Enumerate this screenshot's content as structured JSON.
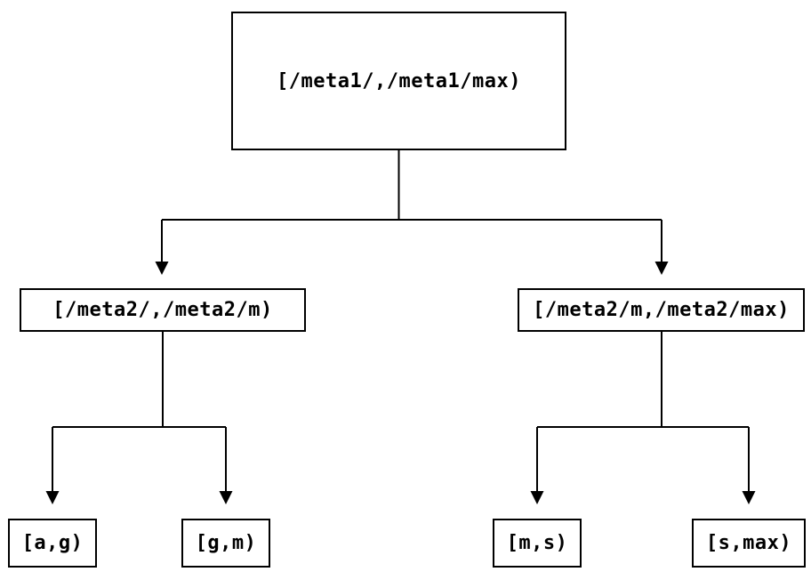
{
  "diagram": {
    "type": "tree",
    "nodes": {
      "root": {
        "label": "[/meta1/,/meta1/max)"
      },
      "meta2_low": {
        "label": "[/meta2/,/meta2/m)"
      },
      "meta2_high": {
        "label": "[/meta2/m,/meta2/max)"
      },
      "leaf_a_g": {
        "label": "[a,g)"
      },
      "leaf_g_m": {
        "label": "[g,m)"
      },
      "leaf_m_s": {
        "label": "[m,s)"
      },
      "leaf_s_max": {
        "label": "[s,max)"
      }
    },
    "edges": [
      {
        "from": "root",
        "to": "meta2_low"
      },
      {
        "from": "root",
        "to": "meta2_high"
      },
      {
        "from": "meta2_low",
        "to": "leaf_a_g"
      },
      {
        "from": "meta2_low",
        "to": "leaf_g_m"
      },
      {
        "from": "meta2_high",
        "to": "leaf_m_s"
      },
      {
        "from": "meta2_high",
        "to": "leaf_s_max"
      }
    ],
    "colors": {
      "background": "#ffffff",
      "node_border": "#000000",
      "text": "#000000",
      "edge": "#000000"
    }
  }
}
